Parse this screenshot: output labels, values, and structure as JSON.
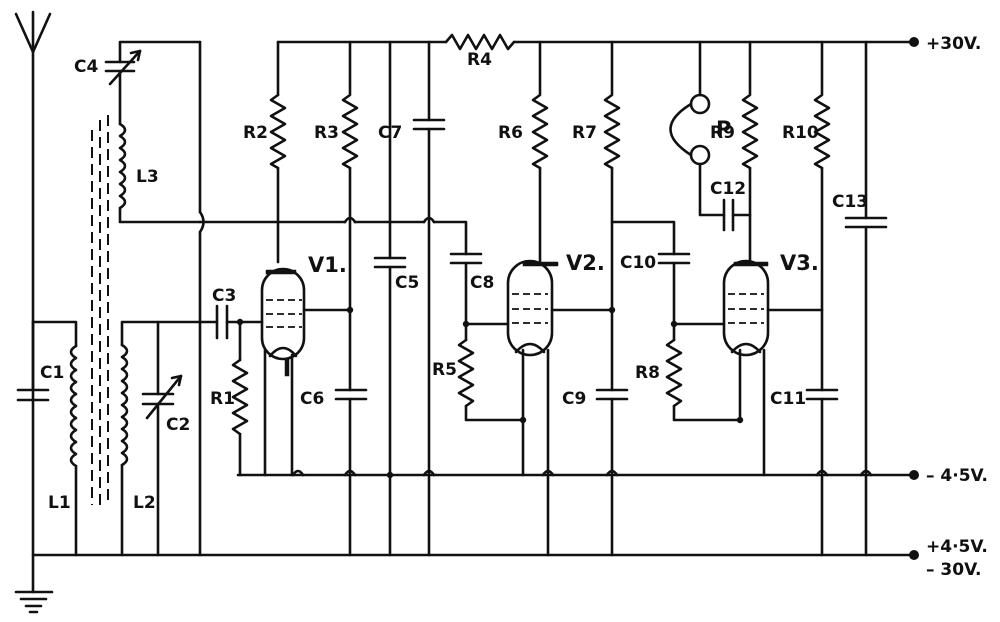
{
  "components": {
    "capacitors": [
      "C1",
      "C2",
      "C3",
      "C4",
      "C5",
      "C6",
      "C7",
      "C8",
      "C9",
      "C10",
      "C11",
      "C12",
      "C13"
    ],
    "resistors": [
      "R1",
      "R2",
      "R3",
      "R4",
      "R5",
      "R6",
      "R7",
      "R8",
      "R9",
      "R10"
    ],
    "inductors": [
      "L1",
      "L2",
      "L3"
    ],
    "tubes": [
      "V1.",
      "V2.",
      "V3."
    ],
    "headphone": "P"
  },
  "terminals": {
    "plus30": "+30V.",
    "minus45": "– 4·5V.",
    "plus45": "+4·5V.",
    "minus30": "– 30V."
  }
}
